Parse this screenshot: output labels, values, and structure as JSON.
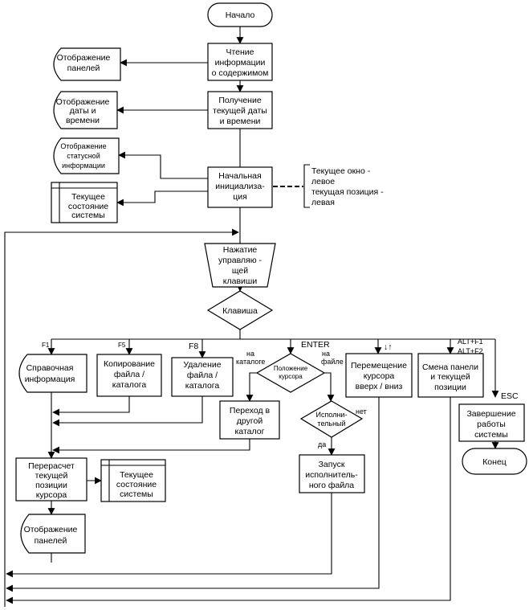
{
  "start": "Начало",
  "read_info": [
    "Чтение",
    "информации",
    "о содержимом"
  ],
  "show_panels_top": [
    "Отображение",
    "панелей"
  ],
  "get_datetime": [
    "Получение",
    "текущей даты",
    "и времени"
  ],
  "show_datetime": [
    "Отображение",
    "даты и",
    "времени"
  ],
  "show_status": [
    "Отображение",
    "статусной",
    "информации"
  ],
  "init": [
    "Начальная",
    "инициализа-",
    "ция"
  ],
  "state_top": [
    "Текущее",
    "состояние",
    "системы"
  ],
  "comment": [
    "Текущее окно  -",
    "левое",
    "текущая позиция -",
    "левая"
  ],
  "keypress": [
    "Нажатие",
    "управляю -",
    "щей",
    "клавиши"
  ],
  "key": "Клавиша",
  "key_labels": {
    "f1": "F1",
    "f5": "F5",
    "f8": "F8",
    "enter": "ENTER",
    "arrows": "↓↑",
    "alt": [
      "ALT+F1",
      "ALT+F2"
    ],
    "esc": "ESC"
  },
  "help": [
    "Справочная",
    "информация"
  ],
  "copy": [
    "Копирование",
    "файла /",
    "каталога"
  ],
  "delete": [
    "Удаление",
    "файла /",
    "каталога"
  ],
  "cursor_pos": [
    "Положение",
    "курсора"
  ],
  "on_catalog": [
    "на",
    "каталоге"
  ],
  "on_file": [
    "на",
    "файле"
  ],
  "goto_catalog": [
    "Переход в",
    "другой",
    "каталог"
  ],
  "executable": [
    "Исполни-",
    "тельный"
  ],
  "no": "нет",
  "yes": "да",
  "run_file": [
    "Запуск",
    "исполнитель-",
    "ного файла"
  ],
  "move_cursor": [
    "Перемещение",
    "курсора",
    "вверх / вниз"
  ],
  "switch_panel": [
    "Смена панели",
    "и текущей",
    "позиции"
  ],
  "finish": [
    "Завершение",
    "работы",
    "системы"
  ],
  "end": "Конец",
  "recalc": [
    "Перерасчет",
    "текущей",
    "позиции",
    "курсора"
  ],
  "state_bottom": [
    "Текущее",
    "состояние",
    "системы"
  ],
  "show_panels_bottom": [
    "Отображение",
    "панелей"
  ]
}
